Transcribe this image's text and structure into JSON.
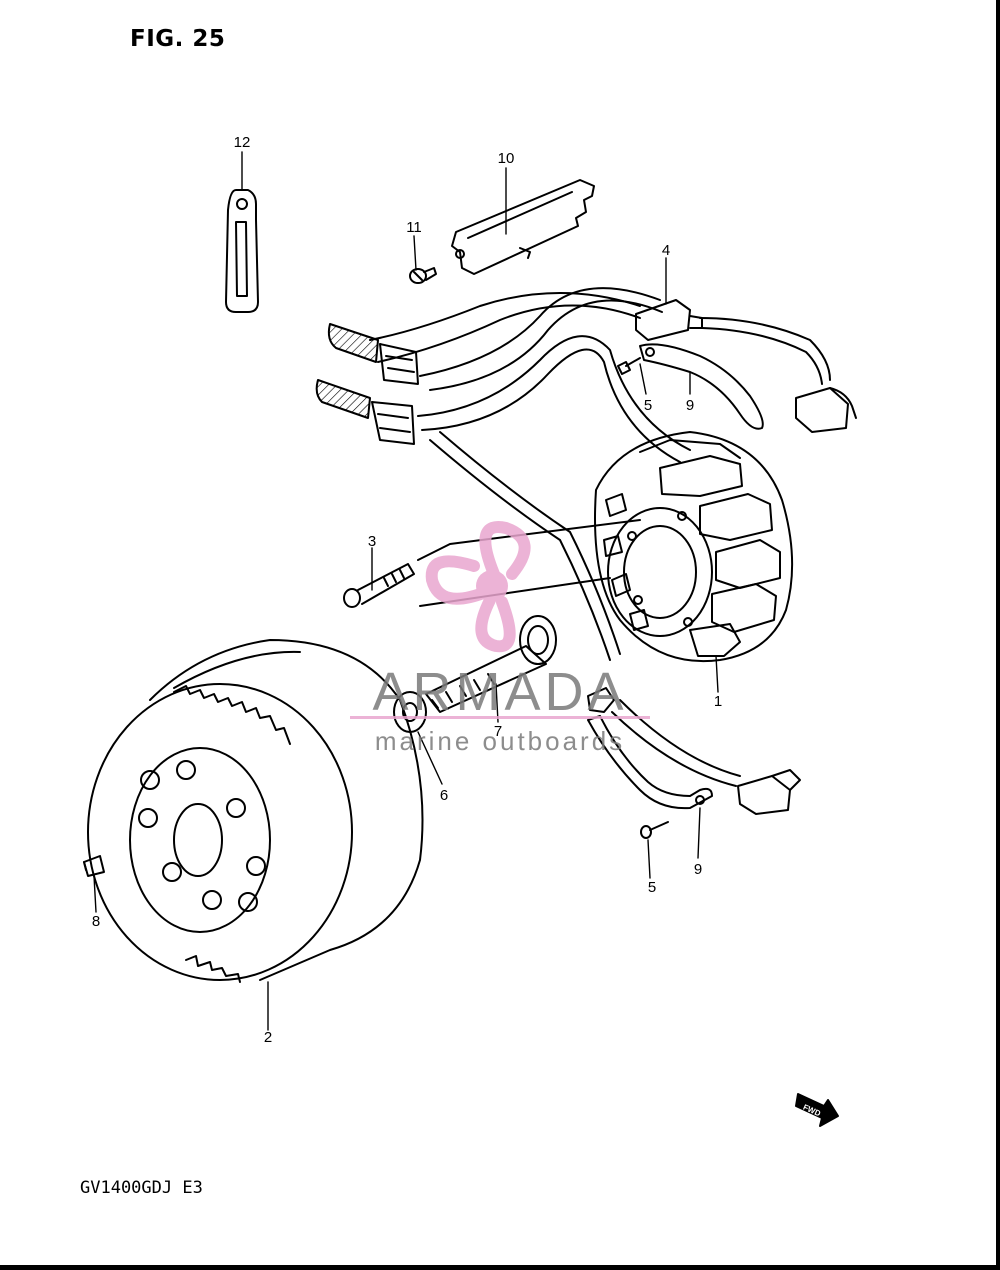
{
  "figure": {
    "title": "FIG. 25",
    "model_code": "GV1400GDJ  E3"
  },
  "callouts": [
    {
      "id": "c1",
      "label": "1"
    },
    {
      "id": "c2",
      "label": "2"
    },
    {
      "id": "c3",
      "label": "3"
    },
    {
      "id": "c4",
      "label": "4"
    },
    {
      "id": "c5a",
      "label": "5"
    },
    {
      "id": "c5b",
      "label": "5"
    },
    {
      "id": "c6",
      "label": "6"
    },
    {
      "id": "c7",
      "label": "7"
    },
    {
      "id": "c8",
      "label": "8"
    },
    {
      "id": "c9a",
      "label": "9"
    },
    {
      "id": "c9b",
      "label": "9"
    },
    {
      "id": "c10",
      "label": "10"
    },
    {
      "id": "c11",
      "label": "11"
    },
    {
      "id": "c12",
      "label": "12"
    }
  ],
  "fwd_label": "FWD",
  "watermark": {
    "brand": "ARMADA",
    "tagline": "marine outboards",
    "color": "#e9a6cf"
  }
}
